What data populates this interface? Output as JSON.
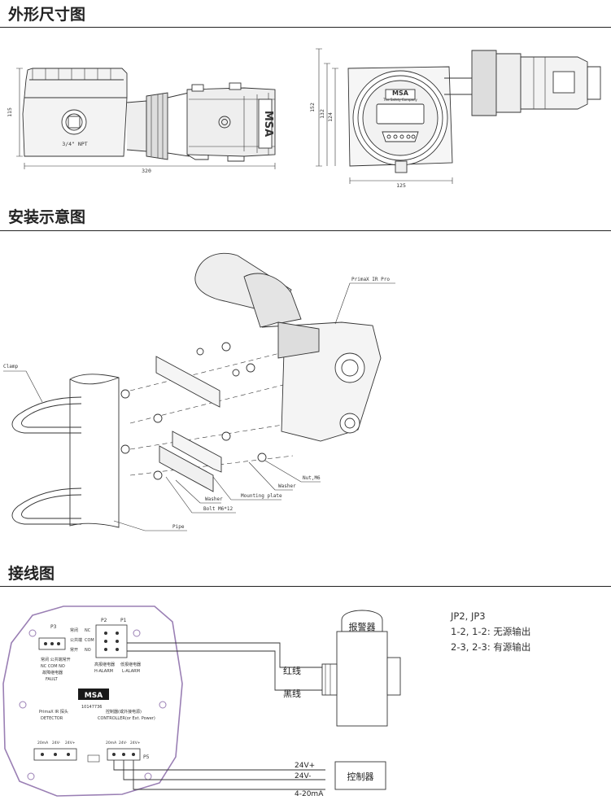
{
  "sections": {
    "dimensions": "外形尺寸图",
    "install": "安装示意图",
    "wiring": "接线图"
  },
  "dimensions": {
    "side_width": "320",
    "side_height": "115",
    "npt": "3/4\" NPT",
    "front_w": "125",
    "front_h1": "152",
    "front_h2": "132",
    "front_h3": "124",
    "brand": "MSA",
    "tagline": "The Safety Company"
  },
  "install": {
    "product": "PrimaX IR Pro",
    "clamp": "Clamp",
    "nut": "Nut,M6",
    "washer_right": "Washer",
    "washer_left": "Washer",
    "plate": "Mounting plate",
    "bolt": "Bolt M6*12",
    "pipe": "Pipe"
  },
  "wiring": {
    "brand": "MSA",
    "board_id": "10147736",
    "p3": "P3",
    "p2": "P2",
    "p1": "P1",
    "p5": "P5",
    "ch_normally_closed": "常闭",
    "ch_common": "公共端",
    "ch_normally_open": "常开",
    "en_nc": "NC",
    "en_com": "COM",
    "en_no": "NO",
    "fault_cn": "故障继电器",
    "fault_en": "FAULT",
    "relay_row": "常闭 公共端常开",
    "relay_row_en": "NC COM NO",
    "high_cn": "高报继电器",
    "high_en": "H-ALARM",
    "low_cn": "低报继电器",
    "low_en": "L-ALARM",
    "detector_cn": "PrimaX IR 探头",
    "detector_en": "DETECTOR",
    "controller_cn": "控制器(或外接电源)",
    "controller_en": "CONTROLLER(or Ext. Power)",
    "term_20ma": "20mA",
    "term_24vm": "24V-",
    "term_24vp": "24V+",
    "alarm_box": "报警器",
    "red_wire": "红线",
    "black_wire": "黑线",
    "wire_24vp": "24V+",
    "wire_24vm": "24V-",
    "wire_420": "4-20mA",
    "controller_box": "控制器",
    "legend_title": "JP2, JP3",
    "legend_line1": "1-2, 1-2: 无源输出",
    "legend_line2": "2-3, 2-3: 有源输出"
  }
}
